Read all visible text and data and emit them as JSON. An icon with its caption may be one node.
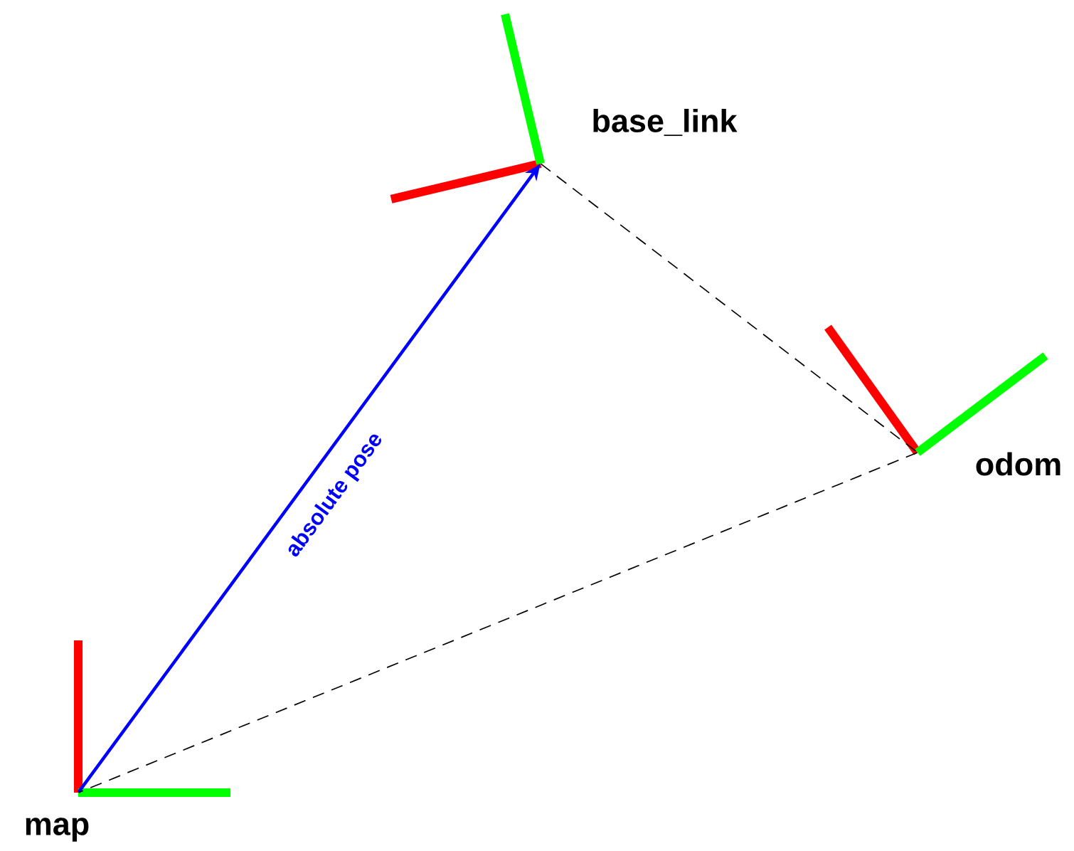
{
  "diagram": {
    "nodes": [
      {
        "text": [],
        "shape": "picture",
        "beside": [
          "map"
        ]
      },
      {
        "text": [],
        "shape": "picture",
        "beside": [
          "base_link"
        ]
      },
      {
        "text": [],
        "shape": "picture",
        "beside": [
          "odom"
        ]
      }
    ],
    "edges": [
      {
        "from": 0,
        "to": 1,
        "arrow": "to",
        "label": "absolute pose",
        "color": "#0000ff"
      },
      {
        "from": 1,
        "to": 2,
        "arrow": "none",
        "style": "dashed"
      },
      {
        "from": 2,
        "to": 0,
        "arrow": "none",
        "style": "dashed"
      }
    ]
  }
}
